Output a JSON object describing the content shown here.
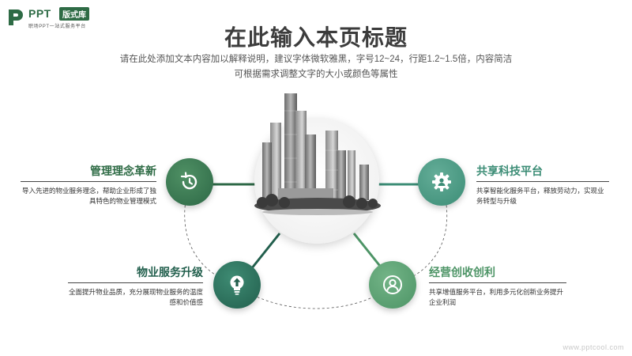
{
  "logo": {
    "brand": "PPT",
    "badge": "版式库",
    "tagline": "职场PPT一站式服务平台"
  },
  "header": {
    "title": "在此输入本页标题",
    "subtitle_line1": "请在此处添加文本内容加以解释说明，建议字体微软雅黑，字号12~24，行距1.2~1.5倍，内容简洁",
    "subtitle_line2": "可根据需求调整文字的大小或颜色等属性"
  },
  "items": [
    {
      "title": "管理理念革新",
      "desc": "导入先进的物业服务理念，帮助企业形成了独具特色的物业管理模式",
      "icon": "clock-refresh-icon",
      "color": "#2d6846"
    },
    {
      "title": "共享科技平台",
      "desc": "共享智能化服务平台，释放劳动力，实现业务转型与升级",
      "icon": "gear-person-icon",
      "color": "#3c8d76"
    },
    {
      "title": "物业服务升级",
      "desc": "全面提升物业品质，充分展现物业服务的温度感和价值感",
      "icon": "bulb-arrow-icon",
      "color": "#225f4d"
    },
    {
      "title": "经营创收创利",
      "desc": "共享增值服务平台，利用多元化创新业务提升企业利润",
      "icon": "user-circle-icon",
      "color": "#4d9466"
    }
  ],
  "watermark": "www.pptcool.com",
  "colors": {
    "primary": "#2e6b45",
    "teal": "#3c8d76",
    "text": "#3c3c3c"
  }
}
